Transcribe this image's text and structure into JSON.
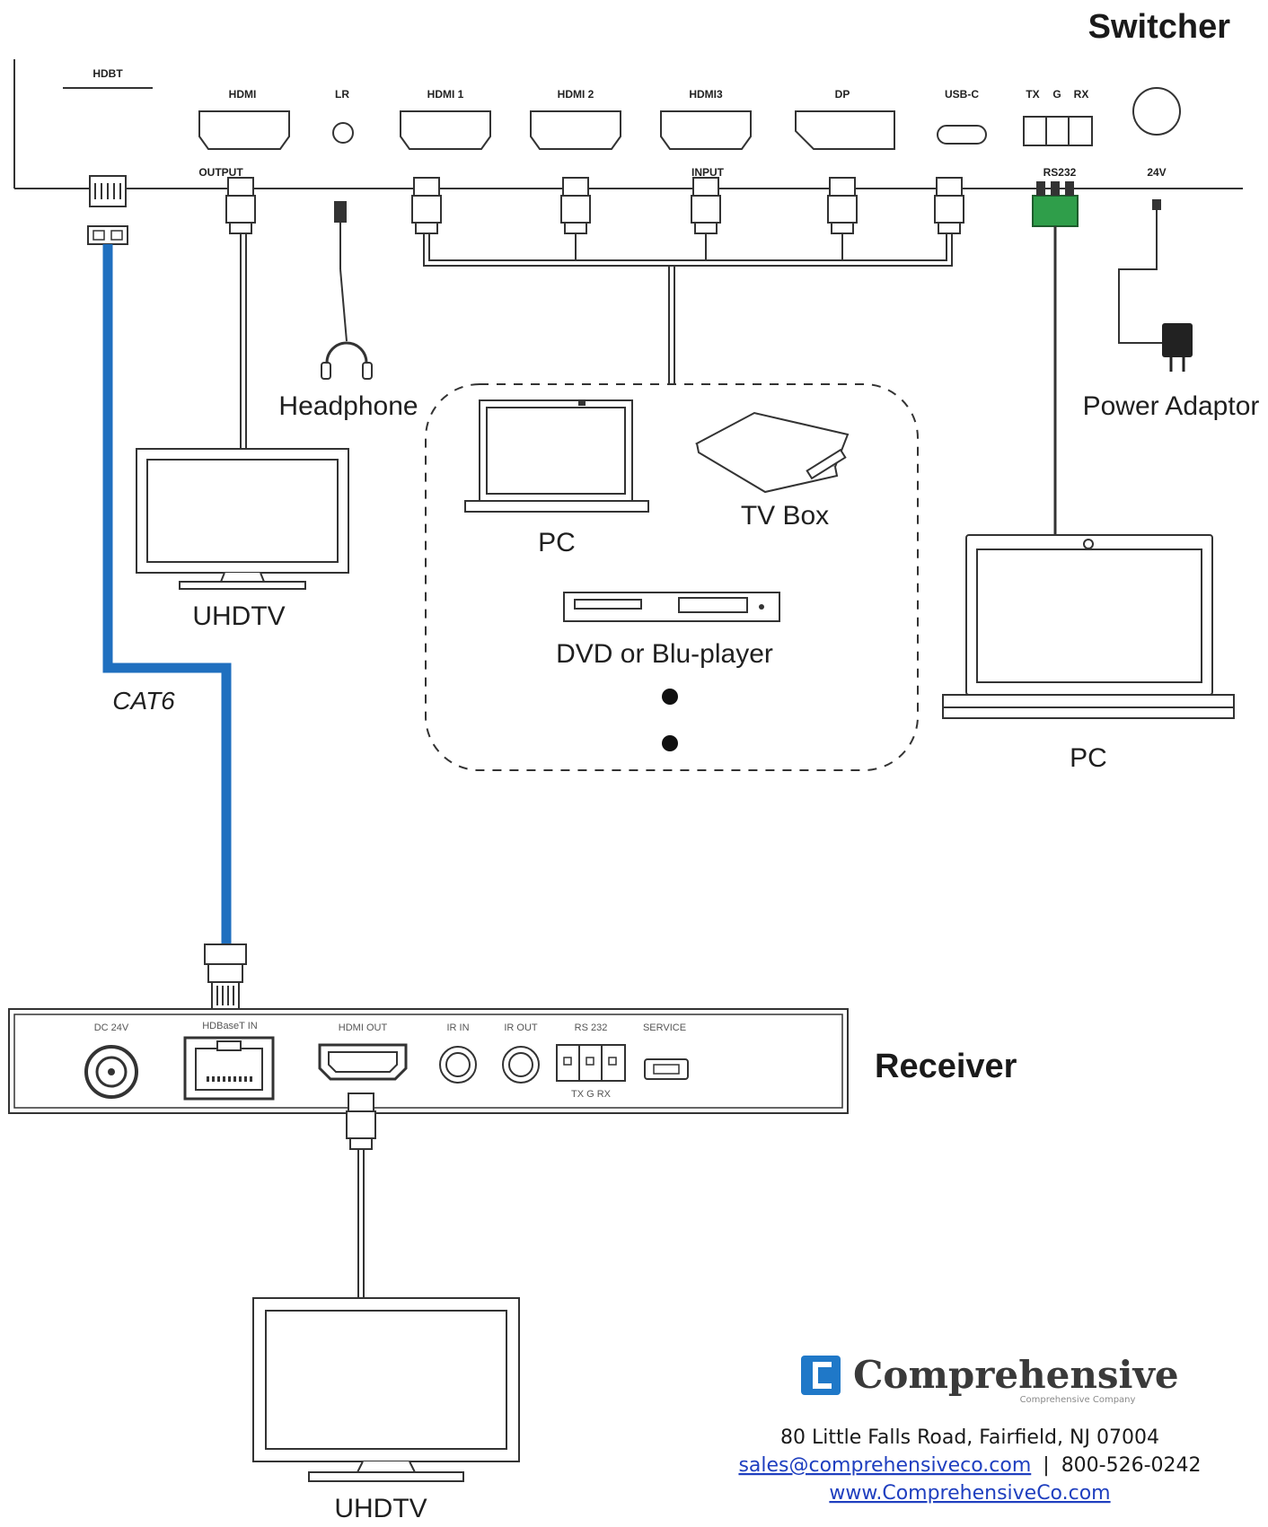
{
  "switcher": {
    "title": "Switcher",
    "ports": {
      "host": "HDBT",
      "hdmi_out": "HDMI",
      "lr": "LR",
      "hdmi1": "HDMI 1",
      "hdmi2": "HDMI 2",
      "hdmi3": "HDMI3",
      "dp": "DP",
      "usbc": "USB-C",
      "tx": "TX",
      "g": "G",
      "rx": "RX",
      "output": "OUTPUT",
      "input": "INPUT",
      "rs232": "RS232",
      "v24": "24V"
    }
  },
  "devices": {
    "headphone": "Headphone",
    "uhdtv_top": "UHDTV",
    "pc_source": "PC",
    "tv_box": "TV Box",
    "dvd": "DVD or Blu-player",
    "power_adaptor": "Power Adaptor",
    "pc_control": "PC",
    "uhdtv_bottom": "UHDTV"
  },
  "cable": {
    "cat6": "CAT6",
    "color": "#1f6fbf"
  },
  "receiver": {
    "title": "Receiver",
    "ports": {
      "dc24": "DC 24V",
      "hdbt_in": "HDBaseT IN",
      "hdmi_out": "HDMI OUT",
      "ir_in": "IR IN",
      "ir_out": "IR OUT",
      "rs232": "RS 232",
      "txrx": "TX  G  RX",
      "service": "SERVICE"
    }
  },
  "company": {
    "name": "Comprehensive",
    "tagline": "Comprehensive Company",
    "address": "80 Little Falls Road, Fairfield, NJ 07004",
    "email": "sales@comprehensiveco.com",
    "sep": "|",
    "phone": "800-526-0242",
    "web": "www.ComprehensiveCo.com",
    "brand_color": "#1f78c8"
  }
}
